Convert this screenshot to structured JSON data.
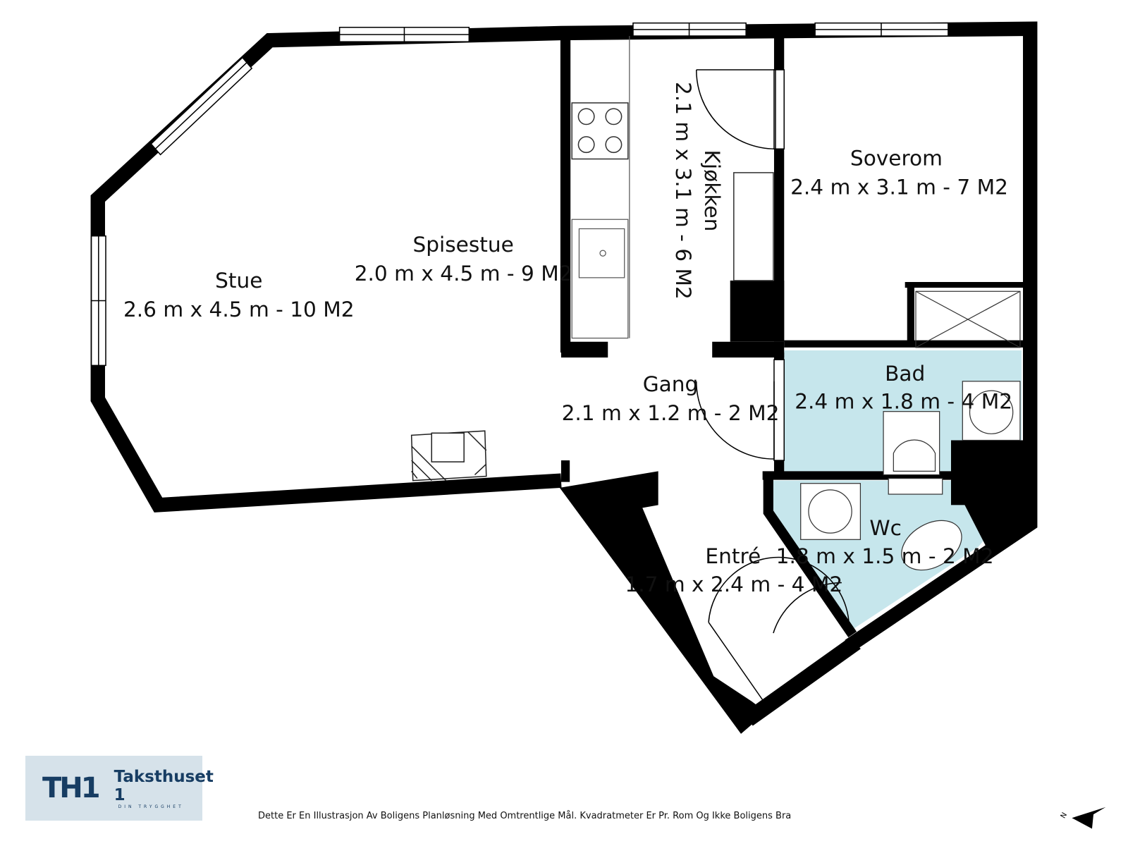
{
  "rooms": [
    {
      "name": "Stue",
      "dims": "2.6 m x 4.5 m - 10 M2"
    },
    {
      "name": "Spisestue",
      "dims": "2.0 m x 4.5 m - 9 M2"
    },
    {
      "name": "Kjøkken",
      "dims": "2.1 m x 3.1 m - 6 M2"
    },
    {
      "name": "Soverom",
      "dims": "2.4 m x 3.1 m - 7 M2"
    },
    {
      "name": "Gang",
      "dims": "2.1 m x 1.2 m - 2 M2"
    },
    {
      "name": "Bad",
      "dims": "2.4 m x 1.8 m - 4 M2"
    },
    {
      "name": "Wc",
      "dims": "1.8 m x 1.5 m - 2 M2"
    },
    {
      "name": "Entré",
      "dims": "1.7 m x 2.4 m - 4 M2"
    }
  ],
  "colors": {
    "wet_room": "#c6e6ec",
    "wall": "#000000",
    "logo_bg": "#d6e2ea",
    "logo_fg": "#173d63"
  },
  "logo": {
    "mark": "TH1",
    "name": "Taksthuset 1",
    "tagline": "DIN TRYGGHET"
  },
  "compass": {
    "label": "N",
    "icon": "north-arrow-icon"
  },
  "disclaimer": "Dette Er En Illustrasjon Av Boligens Planløsning Med Omtrentlige Mål. Kvadratmeter Er Pr. Rom Og Ikke Boligens Bra"
}
